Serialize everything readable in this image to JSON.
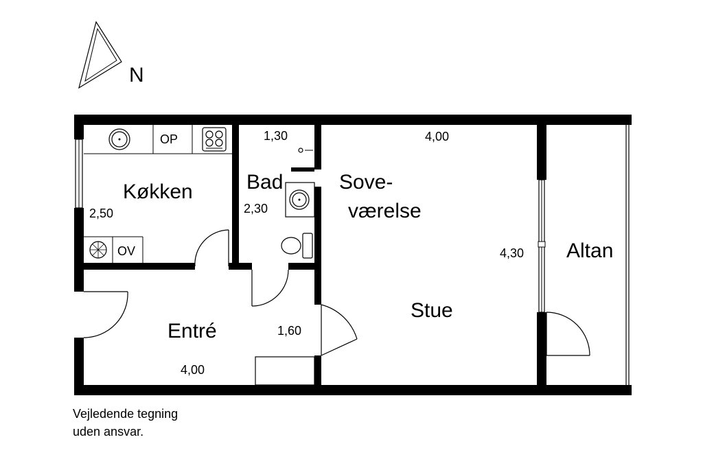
{
  "compass": {
    "label": "N"
  },
  "rooms": {
    "kitchen": "Køkken",
    "bath": "Bad",
    "bedroom_line1": "Sove-",
    "bedroom_line2": "værelse",
    "living": "Stue",
    "entry": "Entré",
    "balcony": "Altan"
  },
  "fixtures": {
    "op": "OP",
    "ov": "OV"
  },
  "dimensions": {
    "kitchen_depth": "2,50",
    "bath_width": "1,30",
    "bath_depth": "2,30",
    "living_width": "4,00",
    "living_depth": "4,30",
    "entry_depth": "1,60",
    "entry_width": "4,00"
  },
  "note": {
    "line1": "Vejledende tegning",
    "line2": "uden ansvar."
  }
}
